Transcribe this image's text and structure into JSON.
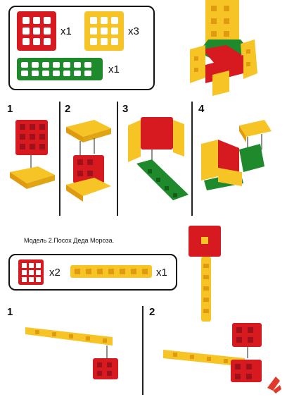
{
  "model1": {
    "parts": [
      {
        "color": "red",
        "qty": "x1"
      },
      {
        "color": "yellow",
        "qty": "x3"
      },
      {
        "color": "green",
        "qty": "x1"
      }
    ],
    "steps": [
      "1",
      "2",
      "3",
      "4"
    ]
  },
  "model2": {
    "caption": "Модель 2.Посох Деда Мороза.",
    "parts": [
      {
        "color": "red",
        "qty": "x2"
      },
      {
        "color": "yellow",
        "qty": "x1"
      }
    ],
    "steps": [
      "1",
      "2"
    ]
  },
  "colors": {
    "red": "#d71920",
    "red_dark": "#a0101a",
    "yellow": "#f7c425",
    "yellow_dark": "#e09a10",
    "green": "#1f8a2c",
    "green_dark": "#106018",
    "logo": "#e23a2a"
  }
}
